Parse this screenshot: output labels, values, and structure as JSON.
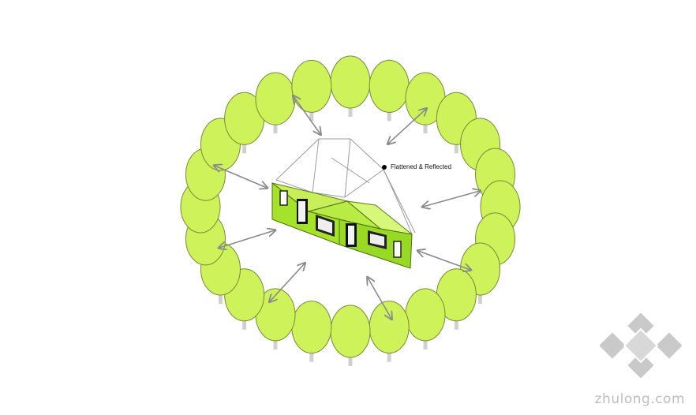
{
  "diagram": {
    "annotation": "Flattened & Reflected",
    "colors": {
      "tree_fill": "#cdf25a",
      "tree_stroke": "#7a8a3a",
      "trunk": "#d0d0d0",
      "house_fill": "#a4e32a",
      "house_dark": "#6fa516",
      "arrow": "#8a8a8a",
      "wireframe": "#9a9a9a"
    },
    "tree_count": 24,
    "arrow_count": 8
  },
  "watermark": {
    "text": "zhulong.com",
    "icon": "zhulong-logo-icon"
  }
}
